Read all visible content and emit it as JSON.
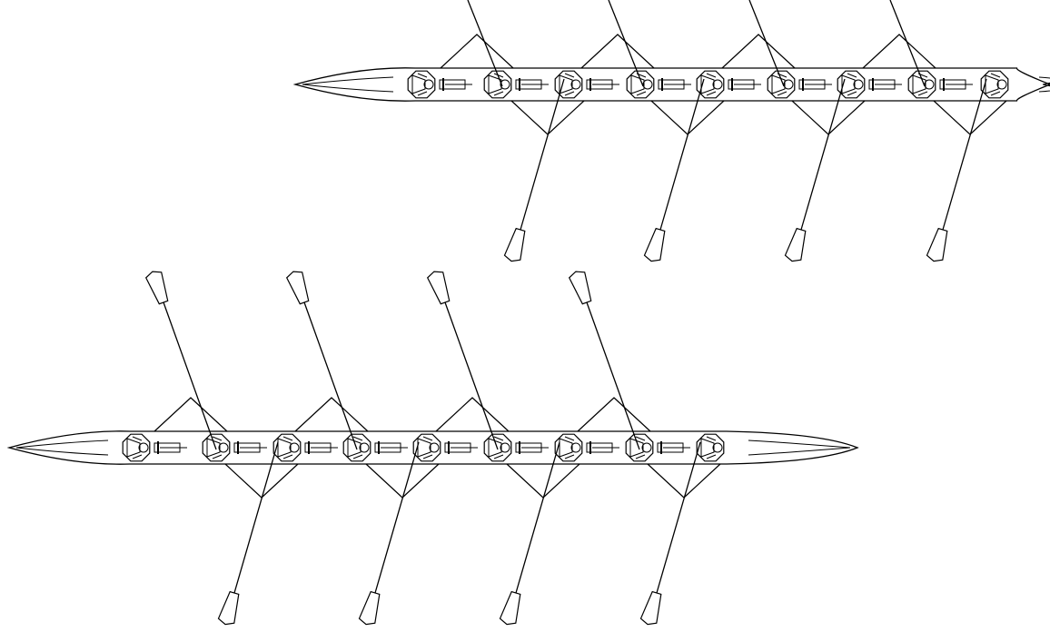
{
  "diagram": {
    "boats": [
      {
        "name": "boat-upper",
        "hull_direction": "bow-left",
        "seats": 8,
        "rigging": "alternating",
        "oars": [
          {
            "side": "top",
            "blade_visible": false
          },
          {
            "side": "bottom",
            "blade_visible": true
          },
          {
            "side": "top",
            "blade_visible": false
          },
          {
            "side": "bottom",
            "blade_visible": true
          },
          {
            "side": "top",
            "blade_visible": false
          },
          {
            "side": "bottom",
            "blade_visible": true
          },
          {
            "side": "top",
            "blade_visible": false
          },
          {
            "side": "bottom",
            "blade_visible": true
          }
        ]
      },
      {
        "name": "boat-lower",
        "hull_direction": "bow-left",
        "seats": 8,
        "rigging": "alternating",
        "oars": [
          {
            "side": "top",
            "blade_visible": true
          },
          {
            "side": "bottom",
            "blade_visible": true
          },
          {
            "side": "top",
            "blade_visible": true
          },
          {
            "side": "bottom",
            "blade_visible": true
          },
          {
            "side": "top",
            "blade_visible": true
          },
          {
            "side": "bottom",
            "blade_visible": true
          },
          {
            "side": "top",
            "blade_visible": true
          },
          {
            "side": "bottom",
            "blade_visible": true
          }
        ]
      }
    ],
    "colors": {
      "stroke": "#000000",
      "fill": "#ffffff"
    }
  }
}
